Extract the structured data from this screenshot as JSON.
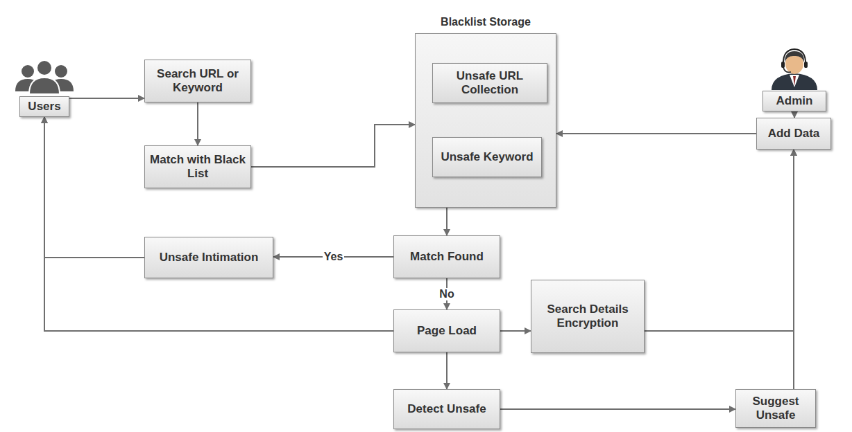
{
  "diagram": {
    "nodes": [
      {
        "text": [
          "Users"
        ]
      },
      {
        "text": [
          "Search URL or Keyword"
        ]
      },
      {
        "text": [
          "Match with Black List"
        ]
      },
      {
        "text": [
          "Blacklist Storage"
        ]
      },
      {
        "text": [
          "Unsafe URL Collection"
        ],
        "in": 3
      },
      {
        "text": [
          "Unsafe Keyword"
        ],
        "in": 3
      },
      {
        "text": [
          "Admin"
        ]
      },
      {
        "text": [
          "Add Data"
        ]
      },
      {
        "text": [
          "Unsafe Intimation"
        ]
      },
      {
        "text": [
          "Match Found"
        ]
      },
      {
        "text": [
          "Page Load"
        ]
      },
      {
        "text": [
          "Search Details Encryption"
        ]
      },
      {
        "text": [
          "Detect Unsafe"
        ]
      },
      {
        "text": [
          "Suggest Unsafe"
        ]
      }
    ],
    "edges": [
      {
        "from": 0,
        "to": 1,
        "arrow": "to"
      },
      {
        "from": 1,
        "to": 2,
        "arrow": "to"
      },
      {
        "from": 2,
        "to": 3,
        "arrow": "to"
      },
      {
        "from": 6,
        "to": 7,
        "arrow": "to"
      },
      {
        "from": 7,
        "to": 3,
        "arrow": "to"
      },
      {
        "from": 3,
        "to": 9,
        "arrow": "to"
      },
      {
        "from": 9,
        "to": 8,
        "label": "Yes",
        "arrow": "to"
      },
      {
        "from": 8,
        "to": 0,
        "arrow": "to"
      },
      {
        "from": 9,
        "to": 10,
        "label": "No",
        "arrow": "to"
      },
      {
        "from": 10,
        "to": 0,
        "arrow": "to"
      },
      {
        "from": 10,
        "to": 11,
        "arrow": "to"
      },
      {
        "from": 11,
        "to": 7,
        "arrow": "to"
      },
      {
        "from": 10,
        "to": 12,
        "arrow": "to"
      },
      {
        "from": 12,
        "to": 13,
        "arrow": "to"
      },
      {
        "from": 13,
        "to": 7,
        "arrow": "to"
      }
    ]
  }
}
